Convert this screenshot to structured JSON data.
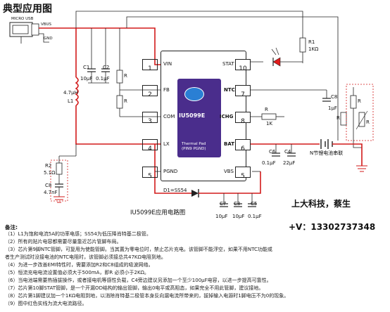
{
  "title": "典型应用图",
  "usb": {
    "label": "MICRO USB",
    "vbus": "VBUS",
    "gnd": "GND"
  },
  "chip": {
    "name": "IU5099E",
    "pad_line1": "Thermal Pad",
    "pad_line2": "(PIN9 PGND)",
    "pins": [
      {
        "num": "1",
        "name": "VIN"
      },
      {
        "num": "2",
        "name": "FB"
      },
      {
        "num": "3",
        "name": "COM"
      },
      {
        "num": "4",
        "name": "LX"
      },
      {
        "num": "5",
        "name": "PGND"
      },
      {
        "num": "10",
        "name": "STAT"
      },
      {
        "num": "7",
        "name": "NTC"
      },
      {
        "num": "8",
        "name": "ICHG"
      },
      {
        "num": "6",
        "name": "BAT"
      },
      {
        "num": "5",
        "name": "VBS"
      }
    ]
  },
  "components": {
    "c1": "C1",
    "c1_val": "10µF",
    "c2": "C2",
    "c2_val": "0.1µF",
    "rfb1": "R",
    "rfb2": "R",
    "inductor": "L1",
    "inductor_val": "4.7µH",
    "r2": "R2",
    "r2_val": "5.1Ω",
    "c8": "C8",
    "c8_val": "4.7nF",
    "d1": "D1=SS54",
    "r1": "R1",
    "r1_val": "1KΩ",
    "rset": "R",
    "rset_val": "1K",
    "c8b": "C8",
    "c8b_val": "1µF",
    "rp": "R",
    "rs": "R",
    "rntc": "R",
    "c6": "C6",
    "c6_val": "0.1µF",
    "c4": "C4",
    "c4_val": "22µF",
    "battery": "N节锂电池串联",
    "c7": "C7",
    "c7_val": "10µF",
    "c3": "C3",
    "c3_val": "10µF",
    "c5": "C5",
    "c5_val": "0.1µF"
  },
  "caption": "IU5099E应用电路图",
  "company": "上大科技，蔡生",
  "contact": "+V：13302737348",
  "notes_heading": "备注:",
  "notes": [
    "（1）L1为饱和电流5A的功率电感；SS54为低压降肖特基二极管。",
    "（2）所有的贴片电容都需要尽量靠近芯片管脚布局。",
    "（3）芯片第9脚NTC管脚，可复用为使能管脚。当其置为零电位时，禁止芯片充电。该管脚不能浮空，如果不用NTC功能或",
    "      者生产测试时没接电池的NTC电阻时，该管脚必须接总共47KΩ电阻到地。",
    "（4）为进一步改善EMI特性时，需要添加R2和C8组成的吸波网络。",
    "（5）恒流充电电流设置值必须大于500mA，即R      必须小于2KΩ。",
    "（6）当电池端需要热插拔操作，或者接电机等感性负载，C4旁边建议另添加一个至少100µF电容，以进一步提高可靠性。",
    "（7）芯片第10脚STAT管脚，是一个开漏OD结构的输出管脚，输出0电平或高阻态，如果完全不用此管脚，建议接地。",
    "（8）芯片第1脚建议加一个1KΩ电阻到地，以消除肖特基二极管本身反向漏电流所带来的，拔掉输入电源时1脚电压不为0的现象。",
    "（9）图中红色实线为流大电流路径。"
  ]
}
